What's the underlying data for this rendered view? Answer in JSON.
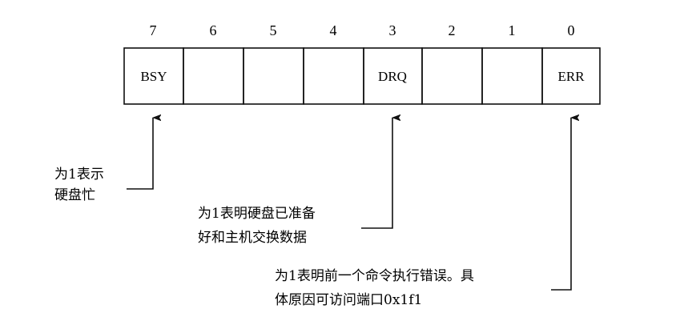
{
  "register": {
    "bits": [
      {
        "number": "7",
        "label": "BSY"
      },
      {
        "number": "6",
        "label": ""
      },
      {
        "number": "5",
        "label": ""
      },
      {
        "number": "4",
        "label": ""
      },
      {
        "number": "3",
        "label": "DRQ"
      },
      {
        "number": "2",
        "label": ""
      },
      {
        "number": "1",
        "label": ""
      },
      {
        "number": "0",
        "label": "ERR"
      }
    ]
  },
  "annotations": {
    "bsy": {
      "line1": "为1表示",
      "line2": "硬盘忙"
    },
    "drq": {
      "line1": "为1表明硬盘已准备",
      "line2": "好和主机交换数据"
    },
    "err": {
      "line1": "为1表明前一个命令执行错误。具",
      "line2": "体原因可访问端口0x1f1"
    }
  },
  "colors": {
    "ink": "#111111",
    "background": "#ffffff"
  }
}
